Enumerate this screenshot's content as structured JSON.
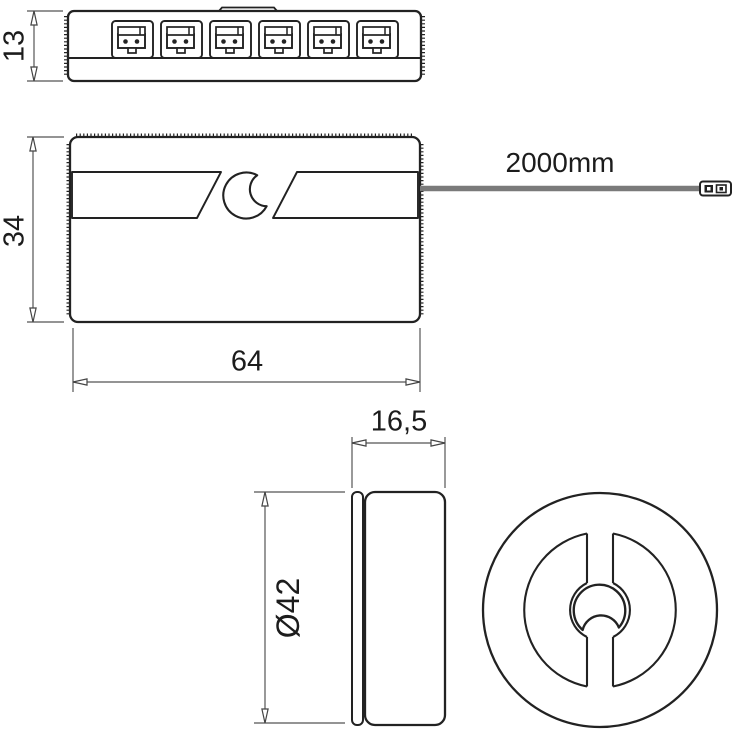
{
  "drawing": {
    "type": "technical-dimension-drawing",
    "subject": "LED 6-way distributor box with cable and round downlight puck",
    "colors": {
      "background": "#ffffff",
      "outline": "#222222",
      "dimension_lines": "#555555",
      "cable": "#7a7a7a",
      "text": "#1c1c1c"
    },
    "views": {
      "top": {
        "height_label": "13",
        "socket_count": 6
      },
      "front": {
        "height_label": "34",
        "width_label": "64",
        "cable_label": "2000mm"
      },
      "side": {
        "depth_label": "16,5"
      },
      "round": {
        "diameter_label": "Ø42"
      }
    },
    "icons": [
      {
        "name": "crescent-logo",
        "occurrences": [
          "front-view-center",
          "round-view-center"
        ]
      },
      {
        "name": "connector-socket-icon",
        "occurrences": [
          "top-view"
        ],
        "count": 6
      },
      {
        "name": "cable-plug-icon",
        "occurrences": [
          "cable-end"
        ],
        "count": 1
      }
    ]
  }
}
